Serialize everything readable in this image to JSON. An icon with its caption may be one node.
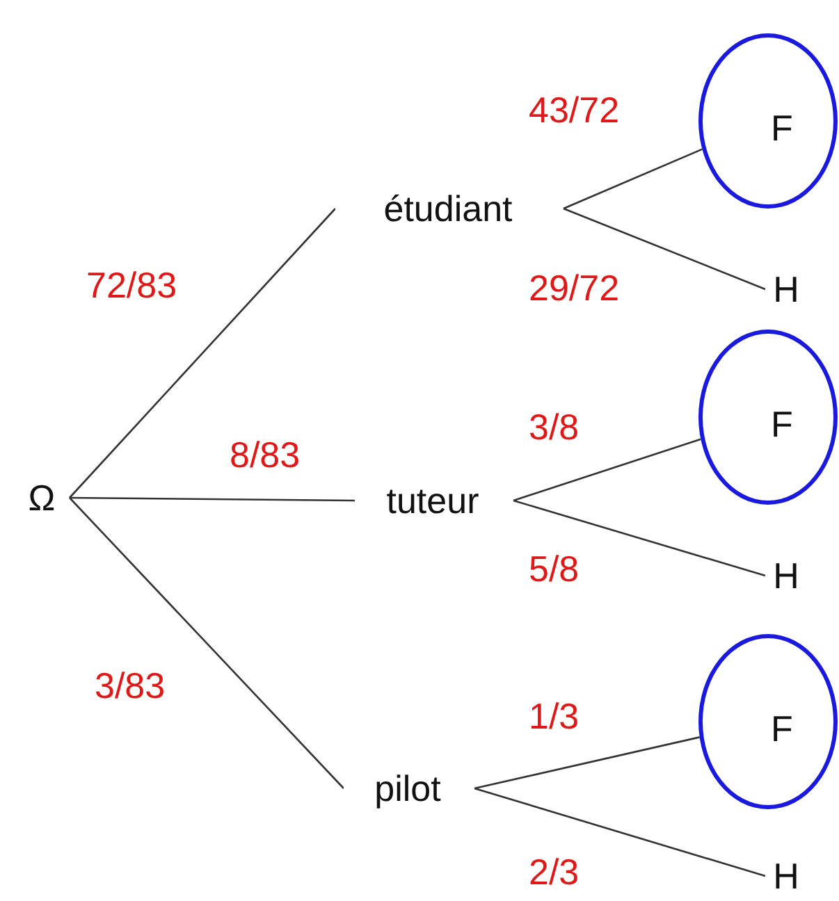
{
  "diagram": {
    "nodes": [
      {
        "text": [
          "Ω"
        ]
      },
      {
        "text": [
          "étudiant"
        ]
      },
      {
        "text": [
          "tuteur"
        ]
      },
      {
        "text": [
          "pilot"
        ]
      },
      {
        "text": [
          "F"
        ]
      },
      {
        "text": [
          "H"
        ]
      },
      {
        "text": [
          "F"
        ]
      },
      {
        "text": [
          "H"
        ]
      },
      {
        "text": [
          "F"
        ]
      },
      {
        "text": [
          "H"
        ]
      }
    ],
    "edges": [
      {
        "from": 0,
        "to": 1,
        "arrow": "none",
        "label": "72/83"
      },
      {
        "from": 0,
        "to": 2,
        "arrow": "none",
        "label": "8/83"
      },
      {
        "from": 0,
        "to": 3,
        "arrow": "none",
        "label": "3/83"
      },
      {
        "from": 1,
        "to": 4,
        "arrow": "none",
        "label": "43/72"
      },
      {
        "from": 1,
        "to": 5,
        "arrow": "none",
        "label": "29/72"
      },
      {
        "from": 2,
        "to": 6,
        "arrow": "none",
        "label": "3/8"
      },
      {
        "from": 2,
        "to": 7,
        "arrow": "none",
        "label": "5/8"
      },
      {
        "from": 3,
        "to": 8,
        "arrow": "none",
        "label": "1/3"
      },
      {
        "from": 3,
        "to": 9,
        "arrow": "none",
        "label": "2/3"
      }
    ]
  }
}
